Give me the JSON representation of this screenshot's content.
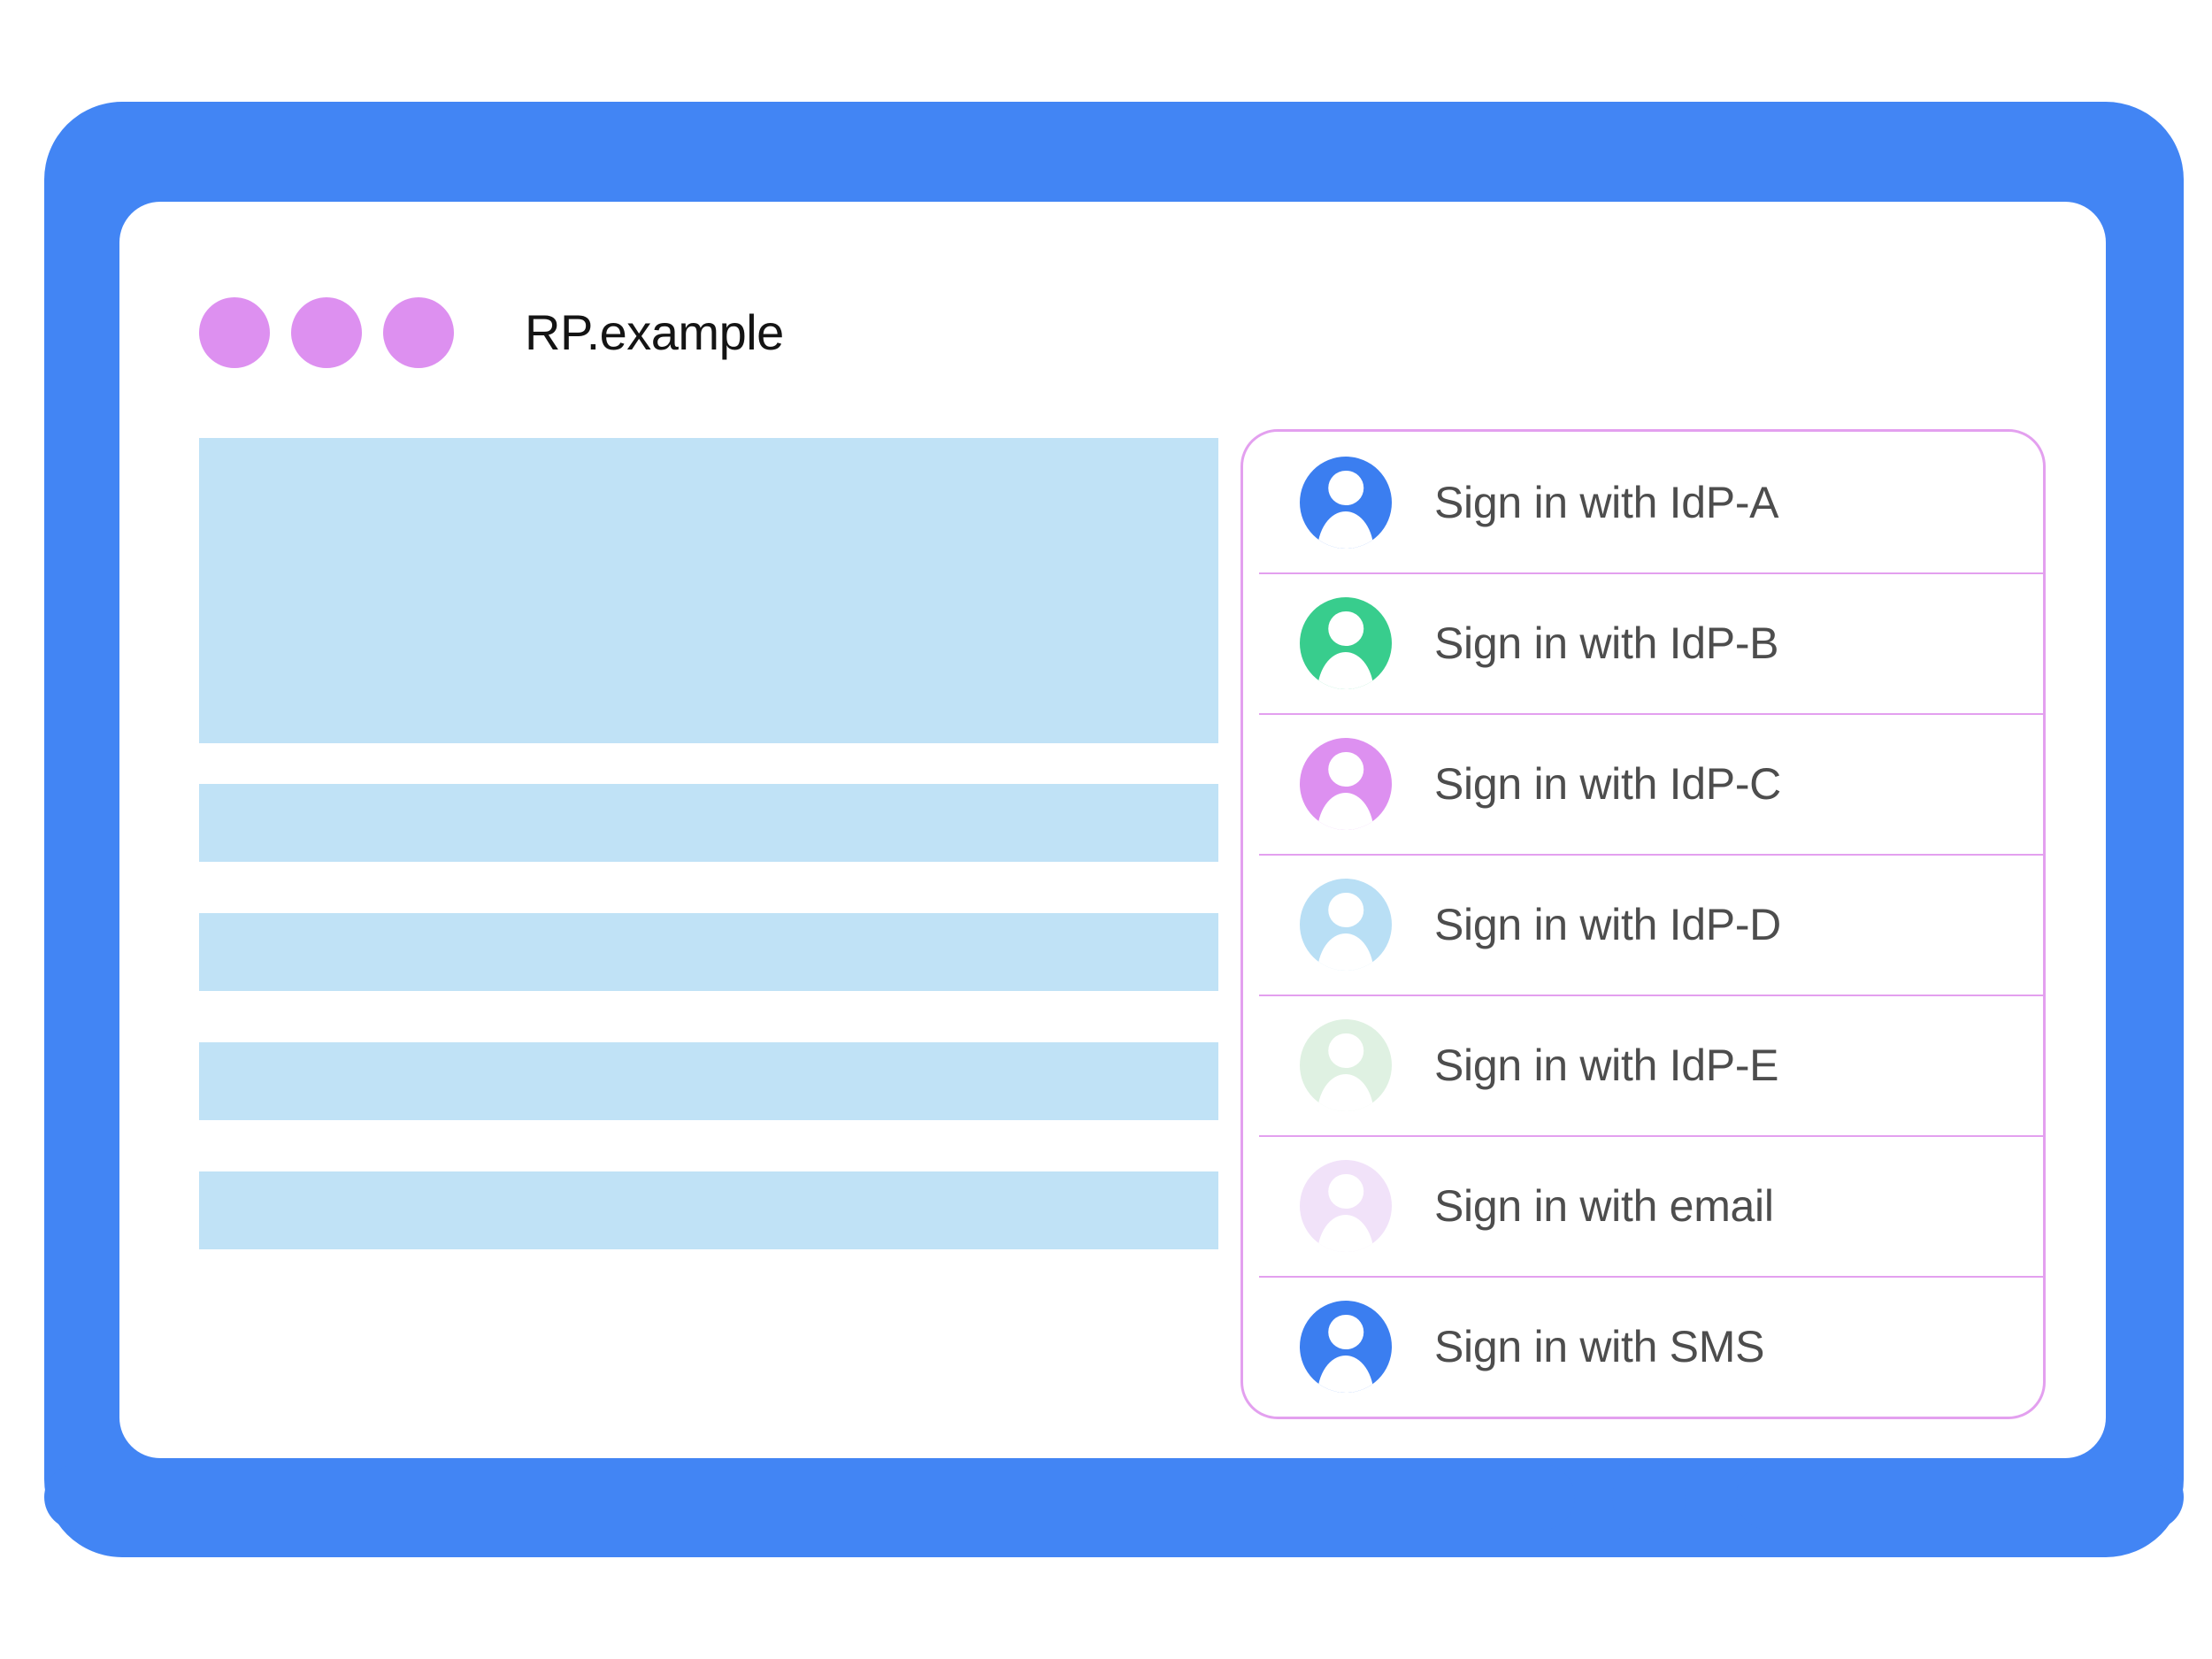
{
  "colors": {
    "frame_blue": "#4285f4",
    "header_dot_orchid": "#dd90f0",
    "skeleton_blue": "#c0e2f6",
    "panel_border_orchid": "#e3a0ef",
    "label_gray": "#4d4d4d",
    "title_black": "#141414"
  },
  "browser": {
    "site_title": "RP.example",
    "header_dots": [
      {
        "name": "header-dot-1"
      },
      {
        "name": "header-dot-2"
      },
      {
        "name": "header-dot-3"
      }
    ]
  },
  "content": {
    "skeleton_blocks": [
      {
        "kind": "hero"
      },
      {
        "kind": "bar"
      },
      {
        "kind": "bar"
      },
      {
        "kind": "bar"
      },
      {
        "kind": "bar"
      }
    ]
  },
  "account_chooser": {
    "accounts": [
      {
        "label": "Sign in with IdP-A",
        "icon": "avatar-icon",
        "avatar_color": "#3b7ef0"
      },
      {
        "label": "Sign in with IdP-B",
        "icon": "avatar-icon",
        "avatar_color": "#38cd8d"
      },
      {
        "label": "Sign in with IdP-C",
        "icon": "avatar-icon",
        "avatar_color": "#dd90f0"
      },
      {
        "label": "Sign in with IdP-D",
        "icon": "avatar-icon",
        "avatar_color": "#b9dff5"
      },
      {
        "label": "Sign in with IdP-E",
        "icon": "avatar-icon",
        "avatar_color": "#dff1e2"
      },
      {
        "label": "Sign in with email",
        "icon": "avatar-icon",
        "avatar_color": "#f1e2f9"
      },
      {
        "label": "Sign in with SMS",
        "icon": "avatar-icon",
        "avatar_color": "#3b7ef0"
      }
    ]
  },
  "device": {
    "home_button": "home-button",
    "bezel": "bottom-bezel"
  }
}
